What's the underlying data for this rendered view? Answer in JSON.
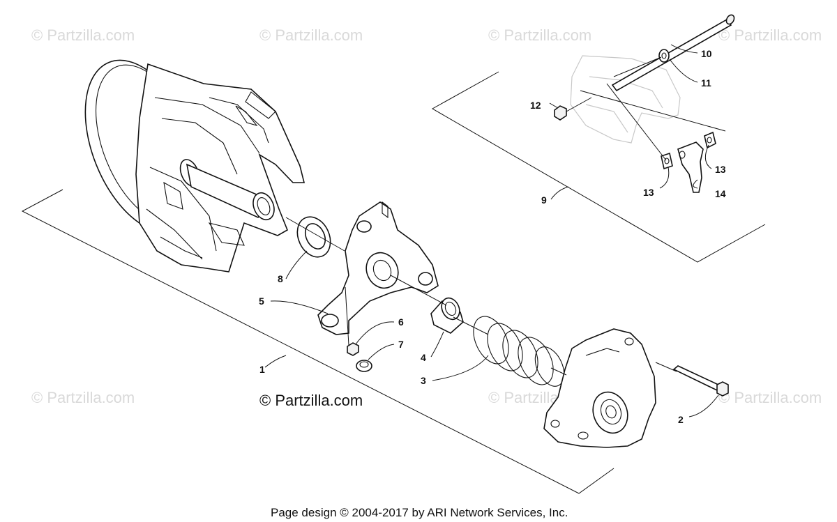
{
  "watermark": {
    "text": "© Partzilla.com"
  },
  "brand_watermark": "© Partzilla.com",
  "footer": "Page design © 2004-2017 by ARI Network Services, Inc.",
  "callouts": [
    {
      "id": "c1",
      "label": "1"
    },
    {
      "id": "c2",
      "label": "2"
    },
    {
      "id": "c3",
      "label": "3"
    },
    {
      "id": "c4",
      "label": "4"
    },
    {
      "id": "c5",
      "label": "5"
    },
    {
      "id": "c6",
      "label": "6"
    },
    {
      "id": "c7",
      "label": "7"
    },
    {
      "id": "c8",
      "label": "8"
    },
    {
      "id": "c9",
      "label": "9"
    },
    {
      "id": "c10",
      "label": "10"
    },
    {
      "id": "c11",
      "label": "11"
    },
    {
      "id": "c12",
      "label": "12"
    },
    {
      "id": "c13a",
      "label": "13"
    },
    {
      "id": "c13b",
      "label": "13"
    },
    {
      "id": "c14",
      "label": "14"
    }
  ]
}
